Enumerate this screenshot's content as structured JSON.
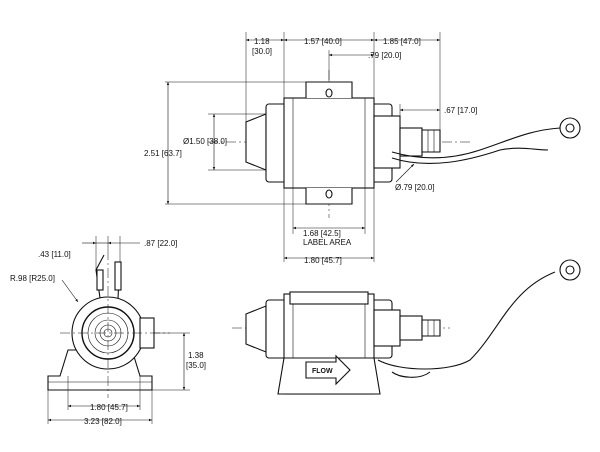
{
  "dimensions": {
    "top_len_118": "1.18",
    "top_len_118_mm": "[30.0]",
    "top_len_157": "1.57 [40.0]",
    "top_len_185": "1.85 [47.0]",
    "top_len_079": ".79 [20.0]",
    "height_251": "2.51 [63.7]",
    "dia_150": "Ø1.50 [38.0]",
    "len_067": ".67 [17.0]",
    "dia_079": "Ø.79 [20.0]",
    "label_168": "1.68 [42.5]",
    "label_area": "LABEL AREA",
    "len_180_top": "1.80 [45.7]",
    "side_043": ".43 [11.0]",
    "side_087": ".87 [22.0]",
    "radius_098": "R.98 [R25.0]",
    "height_138": "1.38",
    "height_138_mm": "[35.0]",
    "base_180": "1.80 [45.7]",
    "base_323": "3.23 [82.0]"
  },
  "flow_label": "FLOW"
}
